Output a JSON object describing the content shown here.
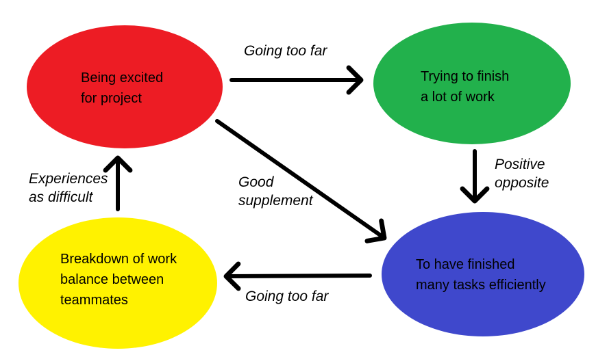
{
  "diagram": {
    "background_color": "#ffffff",
    "arrow_color": "#000000",
    "nodes": [
      {
        "id": "being-excited",
        "label": "Being excited\nfor project",
        "color": "#ED1C24"
      },
      {
        "id": "trying-finish",
        "label": "Trying to finish\na lot of work",
        "color": "#22B14C"
      },
      {
        "id": "finished-tasks",
        "label": "To have finished\nmany tasks efficiently",
        "color": "#3F48CC"
      },
      {
        "id": "breakdown",
        "label": "Breakdown of work\nbalance between\nteammates",
        "color": "#FFF200"
      }
    ],
    "edges": [
      {
        "from": "being-excited",
        "to": "trying-finish",
        "label": "Going too far"
      },
      {
        "from": "trying-finish",
        "to": "finished-tasks",
        "label": "Positive\nopposite"
      },
      {
        "from": "being-excited",
        "to": "finished-tasks",
        "label": "Good\nsupplement"
      },
      {
        "from": "finished-tasks",
        "to": "breakdown",
        "label": "Going too far"
      },
      {
        "from": "breakdown",
        "to": "being-excited",
        "label": "Experiences\nas difficult"
      }
    ]
  }
}
